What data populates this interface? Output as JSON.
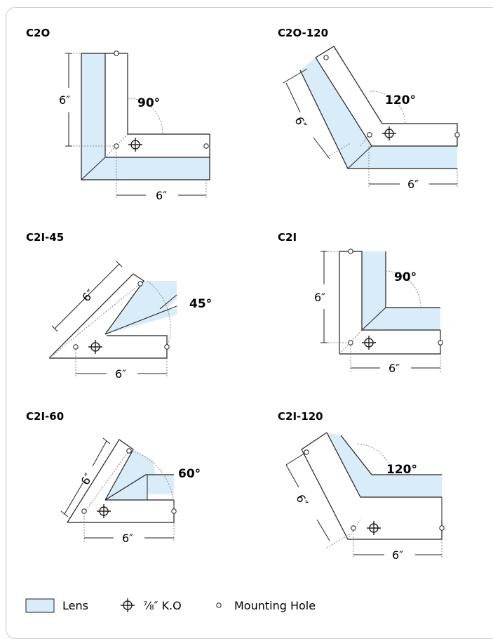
{
  "colors": {
    "lens": "#d9ecf9",
    "line": "#231f20",
    "dotted": "#888888",
    "frame": "#c8c8c8"
  },
  "panels": {
    "c2o": {
      "title": "C2O",
      "angle": "90°",
      "dim_vertical": "6″",
      "dim_horizontal": "6″"
    },
    "c2o_120": {
      "title": "C2O-120",
      "angle": "120°",
      "dim_vertical": "6″",
      "dim_horizontal": "6″"
    },
    "c2i_45": {
      "title": "C2I-45",
      "angle": "45°",
      "dim_vertical": "6″",
      "dim_horizontal": "6″"
    },
    "c2i": {
      "title": "C2I",
      "angle": "90°",
      "dim_vertical": "6″",
      "dim_horizontal": "6″"
    },
    "c2i_60": {
      "title": "C2I-60",
      "angle": "60°",
      "dim_vertical": "6″",
      "dim_horizontal": "6″"
    },
    "c2i_120": {
      "title": "C2I-120",
      "angle": "120°",
      "dim_vertical": "6″",
      "dim_horizontal": "6″"
    }
  },
  "legend": {
    "lens": "Lens",
    "ko": "⅞″ K.O",
    "mounting_hole": "Mounting Hole"
  }
}
